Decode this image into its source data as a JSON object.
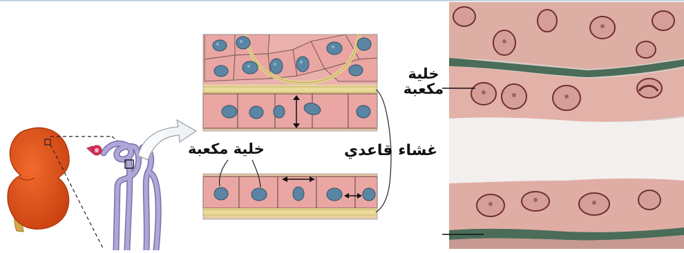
{
  "labels": {
    "cuboidal_cell_middle": "خلية مكعبة",
    "basement_membrane": "غشاء قاعدي",
    "cuboidal_cell_right_line1": "خلية",
    "cuboidal_cell_right_line2": "مكعبة"
  },
  "colors": {
    "kidney": "#e0521c",
    "cell_fill": "#e8a4a4",
    "nucleus": "#5b86a3",
    "membrane": "#e8dca0",
    "tubule": "#a99fd0",
    "micrograph_bg": "#d9cbc6",
    "lumen": "#f3efee"
  }
}
